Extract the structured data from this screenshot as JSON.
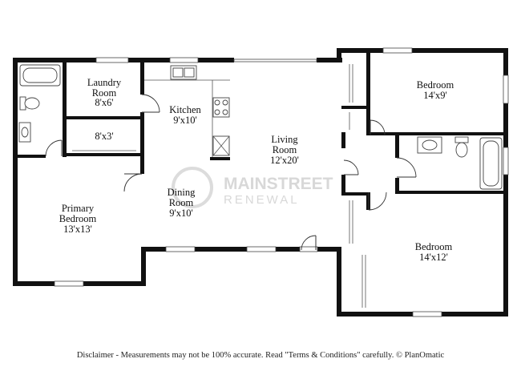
{
  "rooms": {
    "laundry": {
      "name_line1": "Laundry",
      "name_line2": "Room",
      "size": "8'x6'"
    },
    "closet": {
      "size": "8'x3'"
    },
    "kitchen": {
      "name": "Kitchen",
      "size": "9'x10'"
    },
    "living": {
      "name_line1": "Living",
      "name_line2": "Room",
      "size": "12'x20'"
    },
    "dining": {
      "name_line1": "Dining",
      "name_line2": "Room",
      "size": "9'x10'"
    },
    "primary_bedroom": {
      "name_line1": "Primary",
      "name_line2": "Bedroom",
      "size": "13'x13'"
    },
    "bedroom_top": {
      "name": "Bedroom",
      "size": "14'x9'"
    },
    "bedroom_bottom": {
      "name": "Bedroom",
      "size": "14'x12'"
    }
  },
  "watermark": {
    "line1": "MAINSTREET",
    "line2": "RENEWAL"
  },
  "disclaimer": "Disclaimer - Measurements may not be 100% accurate. Read \"Terms & Conditions\" carefully. © PlanOmatic"
}
